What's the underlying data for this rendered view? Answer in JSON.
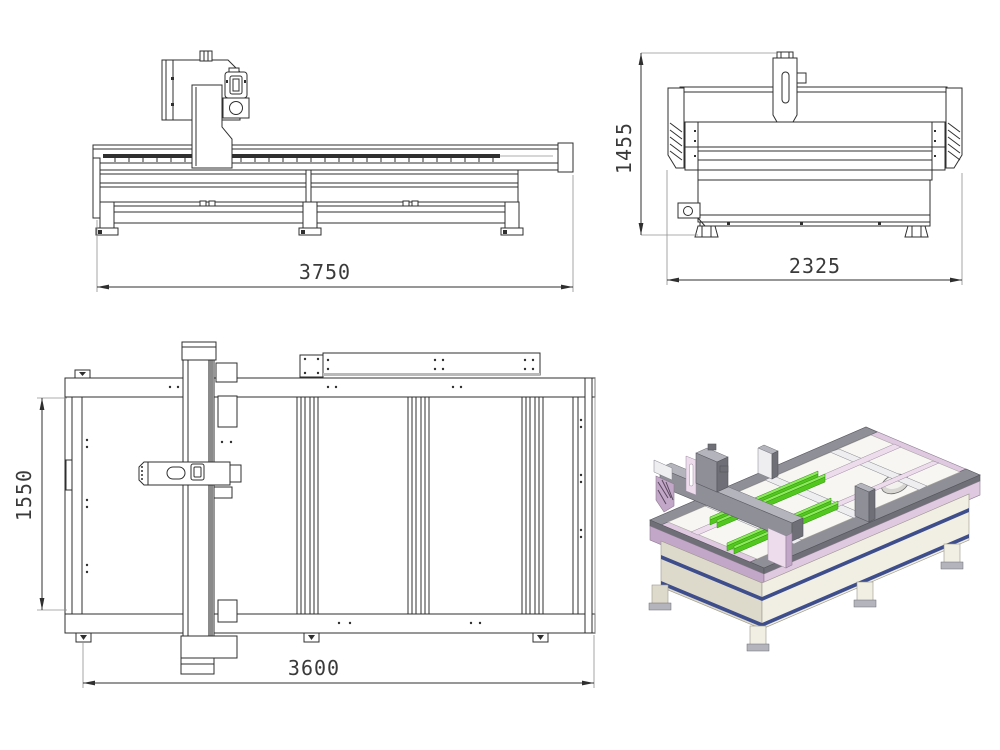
{
  "views": {
    "front": {
      "length": "3750"
    },
    "side": {
      "height": "1455",
      "depth": "2325"
    },
    "top": {
      "width": "1550",
      "length": "3600"
    }
  },
  "colors": {
    "line": "#2f2f2f",
    "line_thin": "#909090",
    "frame_pink": "#dfc9e0",
    "frame_pink_dark": "#c3a7c8",
    "frame_pink_light": "#ecdcec",
    "beam_gray": "#8f9097",
    "beam_gray_dark": "#6f7077",
    "beam_gray_light": "#b4b5bc",
    "rail_green": "#52c81e",
    "rail_green_light": "#8ce95b",
    "rail_green_dark": "#2f8f0e",
    "base_cream": "#f1eee3",
    "base_cream_dark": "#dedacb",
    "stripe_navy": "#3e4e8c",
    "deck_white": "#f7f6f3"
  }
}
